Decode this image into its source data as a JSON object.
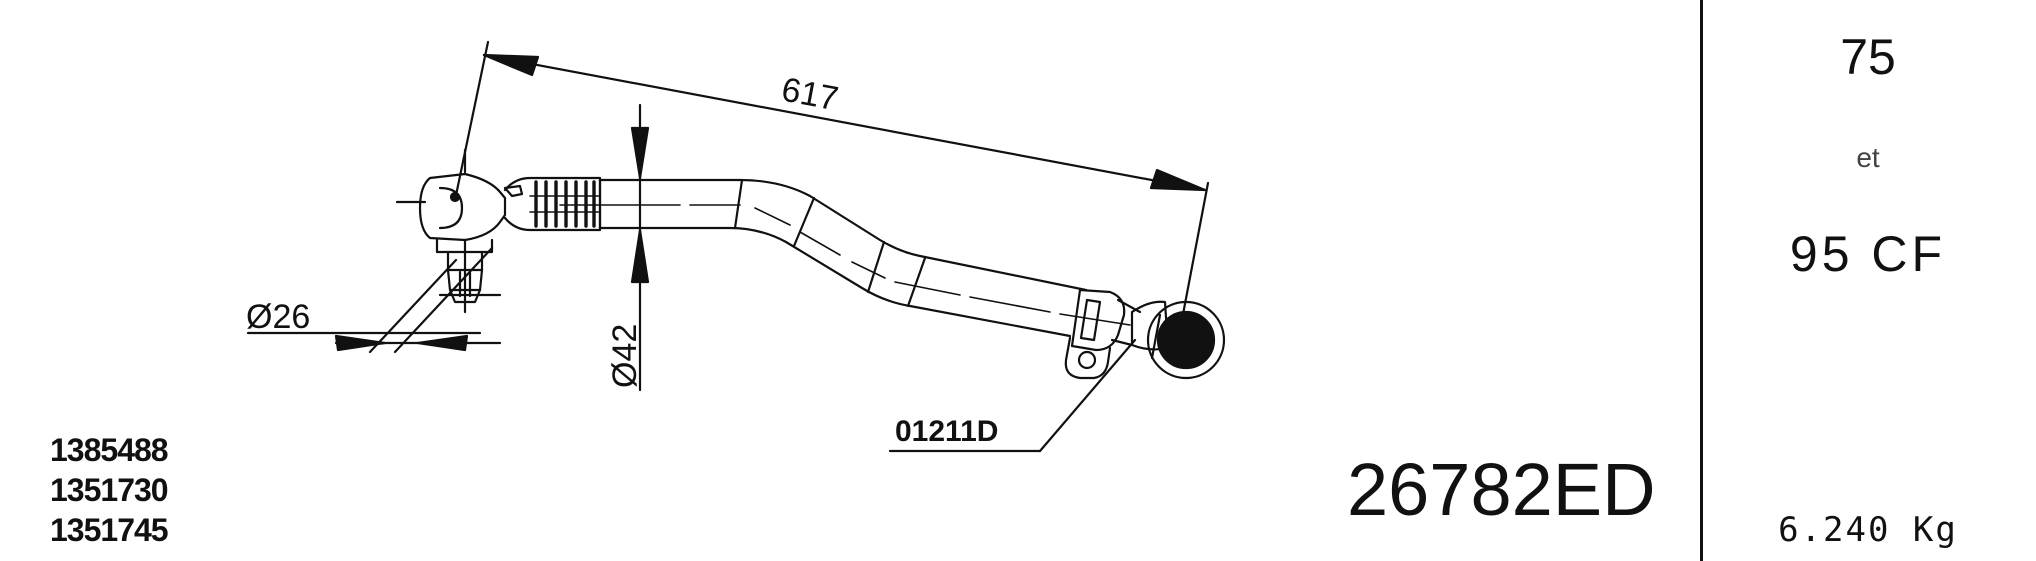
{
  "dimensions": {
    "length": "617",
    "ball_pin_diameter": "Ø26",
    "tube_diameter": "Ø42"
  },
  "callout": {
    "clamp_part": "01211D"
  },
  "reference_numbers": [
    "1385488",
    "1351730",
    "1351745"
  ],
  "part_number": "26782ED",
  "applicability": {
    "model_a": "75",
    "conjunction": "et",
    "model_b": "95 CF"
  },
  "weight": "6.240 Kg"
}
